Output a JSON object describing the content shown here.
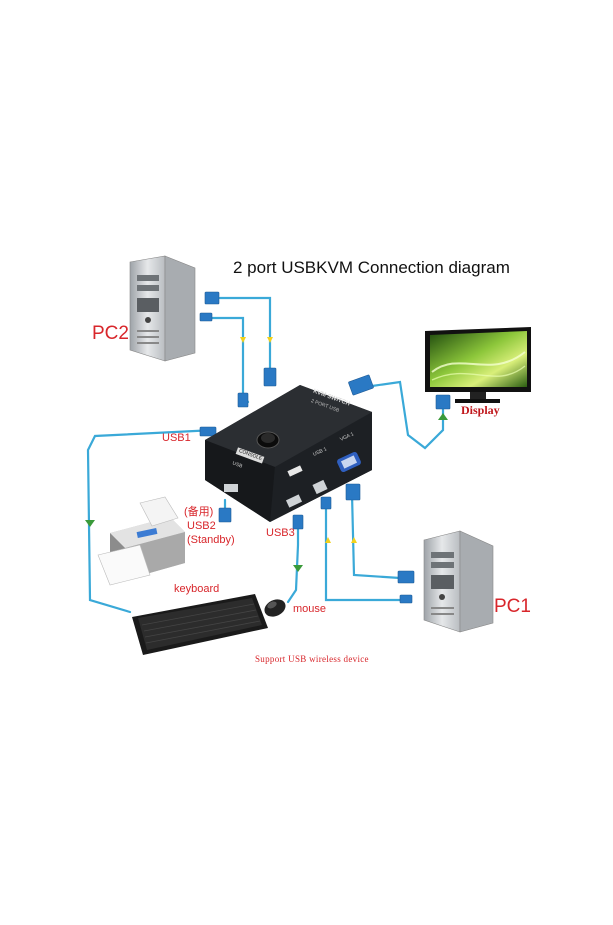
{
  "diagram": {
    "title": "2 port  USBKVM  Connection diagram",
    "labels": {
      "pc2": "PC2",
      "pc1": "PC1",
      "display": "Display",
      "usb1": "USB1",
      "usb2_cn": "(备用)",
      "usb2": "USB2",
      "usb2_standby": "(Standby)",
      "usb3": "USB3",
      "keyboard": "keyboard",
      "mouse": "mouse"
    },
    "device": {
      "brand_line1": "KVM SWITCH",
      "brand_line2": "2 PORT USB",
      "console": "CONSOLE",
      "usb": "USB",
      "usb_a": "USB 1",
      "vga": "VGA 1"
    },
    "footer": "Support USB wireless device",
    "colors": {
      "accent_red": "#d8262b",
      "cable_blue": "#3aa9d8",
      "arrow_yellow": "#f2d11c",
      "arrow_green": "#3a9a3a"
    }
  }
}
